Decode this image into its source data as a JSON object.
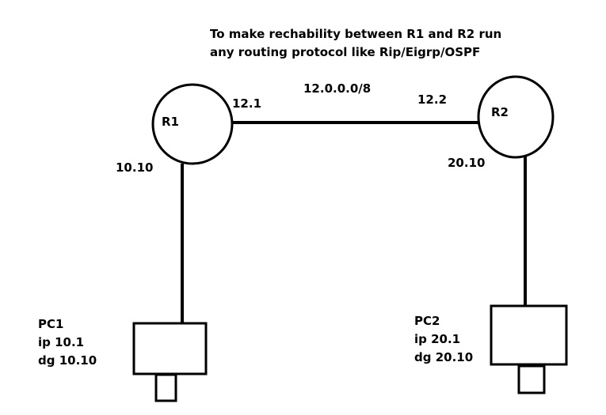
{
  "note": {
    "line1": "To make rechability between R1 and R2 run",
    "line2": "any routing protocol like Rip/Eigrp/OSPF"
  },
  "link": {
    "network": "12.0.0.0/8",
    "r1_ip": "12.1",
    "r2_ip": "12.2"
  },
  "routers": {
    "r1": {
      "label": "R1",
      "lan_ip": "10.10"
    },
    "r2": {
      "label": "R2",
      "lan_ip": "20.10"
    }
  },
  "pcs": {
    "pc1": {
      "name": "PC1",
      "ip": "ip 10.1",
      "dg": "dg 10.10"
    },
    "pc2": {
      "name": "PC2",
      "ip": "ip 20.1",
      "dg": "dg 20.10"
    }
  },
  "colors": {
    "stroke": "#000000",
    "background": "#ffffff"
  }
}
